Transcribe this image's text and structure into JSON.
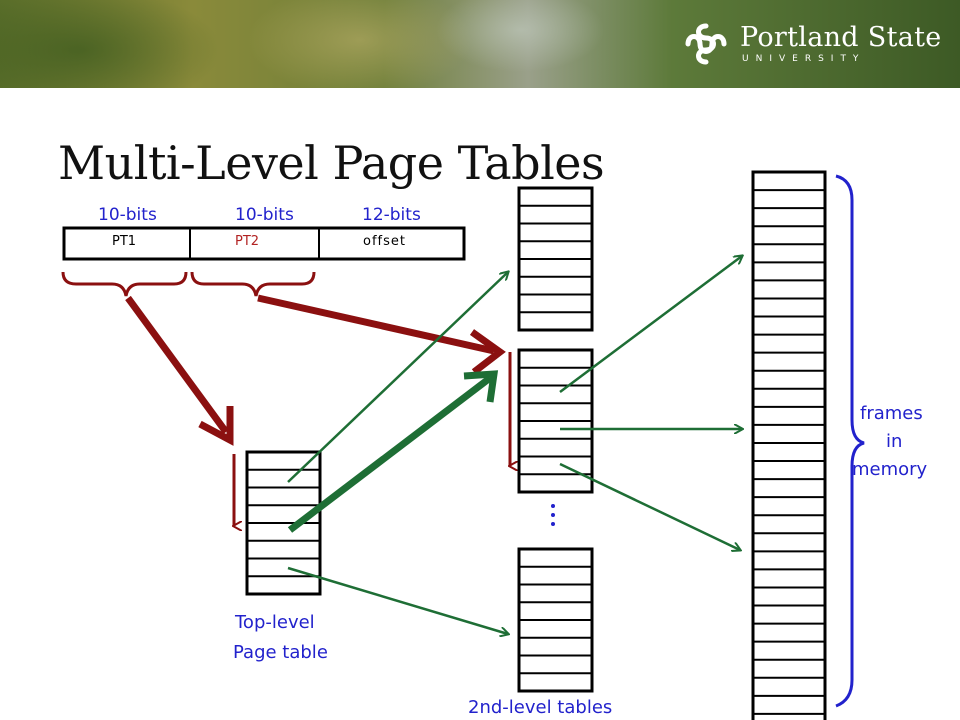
{
  "header": {
    "logo_name": "Portland State",
    "logo_sub": "UNIVERSITY"
  },
  "slide": {
    "title": "Multi-Level Page Tables"
  },
  "address": {
    "bits_labels": [
      "10-bits",
      "10-bits",
      "12-bits"
    ],
    "segments": [
      "PT1",
      "PT2",
      "offset"
    ]
  },
  "labels": {
    "top_level_line1": "Top-level",
    "top_level_line2": "Page table",
    "second_level": "2nd-level tables",
    "frames_line1": "frames",
    "frames_line2": "in",
    "frames_line3": "memory"
  },
  "colors": {
    "dark_red": "#8b1010",
    "green": "#1e6e35",
    "blue": "#2222cc",
    "pt2_red": "#b22222"
  }
}
